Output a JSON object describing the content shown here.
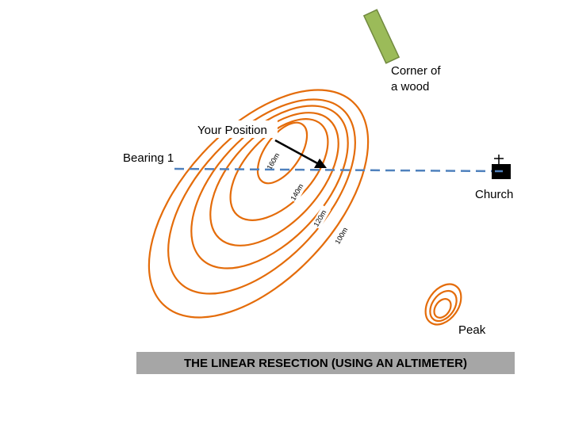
{
  "title": "THE LINEAR RESECTION (USING AN ALTIMETER)",
  "colors": {
    "contour": "#e46c0a",
    "bearing": "#4f81bd",
    "wood": "#9bbb59",
    "wood_border": "#71893f",
    "caption_bg": "#a6a6a6",
    "church": "#000000"
  },
  "labels": {
    "your_position": "Your Position",
    "bearing": "Bearing 1",
    "church": "Church",
    "wood_line1": "Corner of",
    "wood_line2": "a wood",
    "peak": "Peak"
  },
  "contours": [
    {
      "elevation": "100m"
    },
    {
      "elevation": "120m"
    },
    {
      "elevation": "140m"
    },
    {
      "elevation": "160m"
    }
  ],
  "church_symbol": {
    "cross": "+",
    "minus": "–"
  }
}
